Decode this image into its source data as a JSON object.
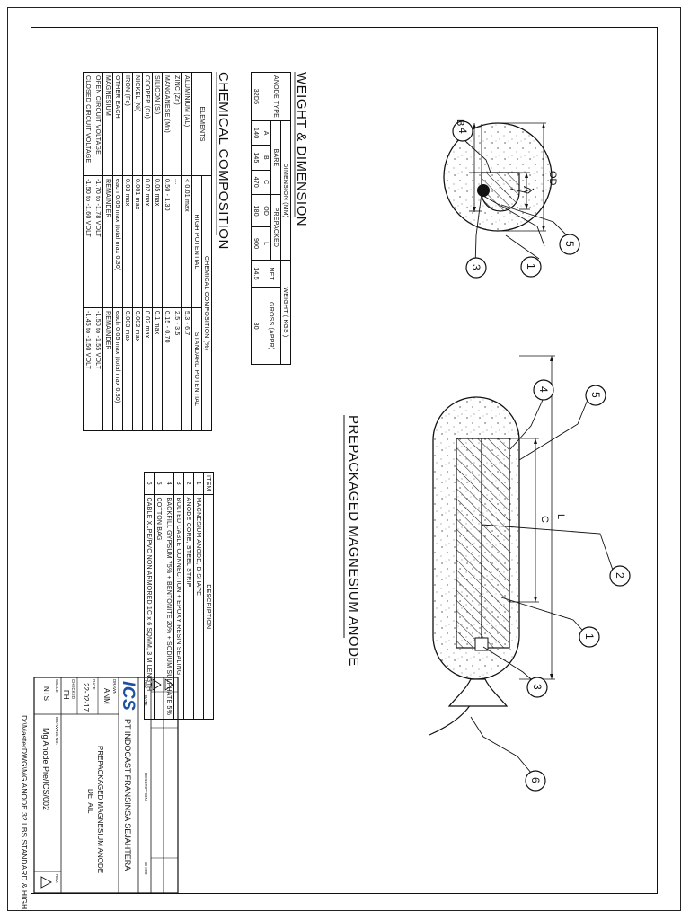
{
  "drawing": {
    "main_title": "PREPACKAGED MAGNESIUM ANODE",
    "section_weight": "WEIGHT & DIMENSION",
    "section_chem": "CHEMICAL COMPOSITION",
    "labels": {
      "b": "B",
      "a": "A",
      "od": "OD",
      "c": "C",
      "l": "L"
    },
    "callouts": [
      "1",
      "2",
      "3",
      "4",
      "5",
      "6"
    ]
  },
  "weight_table": {
    "col_anode_type": "ANODE TYPE",
    "col_dimension": "DIMENSION (MM)",
    "col_weight": "WEIGHT ( KGS )",
    "sub_bare": "BARE",
    "sub_prepacked": "PREPACKED",
    "sub_net": "NET",
    "sub_gross": "GROSS (APPR)",
    "letters": [
      "A",
      "B",
      "C",
      "OD",
      "L"
    ],
    "row": {
      "type": "32D5",
      "a": "140",
      "b": "145",
      "c": "470",
      "od": "180",
      "l": "900",
      "net": "14.5",
      "gross": "30"
    }
  },
  "chem_table": {
    "col_elements": "ELEMENTS",
    "col_comp": "CHEMICAL COMPOSITION (%)",
    "col_high": "HIGH POTENTIAL",
    "col_std": "STANDARD POTENTIAL",
    "rows": [
      [
        "ALUMINIUM (AL)",
        "< 0.01 max",
        "5.3 - 6.7"
      ],
      [
        "ZINC (Zn)",
        "...",
        "2.5 - 3.5"
      ],
      [
        "MANGANESE (Mn)",
        "0.50 - 1.30",
        "0.15 - 0.70"
      ],
      [
        "SILICON (Si)",
        "0.05 max",
        "0.1 max"
      ],
      [
        "COOPER (Cu)",
        "0.02 max",
        "0.02 max"
      ],
      [
        "NICKEL (Ni)",
        "0.001 max",
        "0.002 max"
      ],
      [
        "IRON (Fe)",
        "0.03 max",
        "0.003 max"
      ],
      [
        "OTHER EACH",
        "each 0.05 max (total max 0.30)",
        "each 0.05 max (total max 0.30)"
      ],
      [
        "MAGNESIUM",
        "REMAINDER",
        "REMAINDER"
      ],
      [
        "OPEN CIRCUIT VOLTAGE",
        "-1.70 to -1.78 VOLT",
        "-1.50 to -1.55 VOLT"
      ],
      [
        "CLOSED CIRCUIT VOLTAGE",
        "-1.50 to -1.60 VOLT",
        "-1.45 to -1.50 VOLT"
      ]
    ]
  },
  "item_table": {
    "col_item": "ITEM",
    "col_desc": "DESCRIPTION",
    "rows": [
      [
        "1",
        "MAGNESIUM ANODE, D-SHAPE"
      ],
      [
        "2",
        "ANODE CORE, STEEL STRIP"
      ],
      [
        "3",
        "BOLTED CABLE CONNECTION + EPOXY RESIN SEALING"
      ],
      [
        "4",
        "BACKFILL GYPSUM 75% + BENTONITE 20% + SODIUM SULPHATE 5%"
      ],
      [
        "5",
        "COTTON BAG"
      ],
      [
        "6",
        "CABLE XLPE/PVC NON ARMORED 1C x 6 SQMM, 3 M LENGTH"
      ]
    ]
  },
  "title_block": {
    "rev": "REV",
    "date": "DATE",
    "description": "DESCRIPTION",
    "chkd": "CHK'D",
    "logo": "ICS",
    "company": "PT INDOCAST FRANSINSA SEJAHTERA",
    "drawn_label": "DRAWN",
    "drawn": "ANM",
    "date_label": "DATE",
    "date_value": "22-02-17",
    "checked_label": "CHECKED",
    "checked": "FH",
    "scale_label": "SCALE",
    "scale": "NTS",
    "drawing_title_1": "PREPACKAGED MAGNESIUM ANODE",
    "drawing_title_2": "DETAIL",
    "drawing_no_label": "DRAWING NO.",
    "drawing_no": "Mg Anode Pre/ICS/002",
    "rev_label": "REV.",
    "file_path": "D:\\MasterDWG\\MG ANODE 32 LBS STANDARD & HIGH"
  }
}
